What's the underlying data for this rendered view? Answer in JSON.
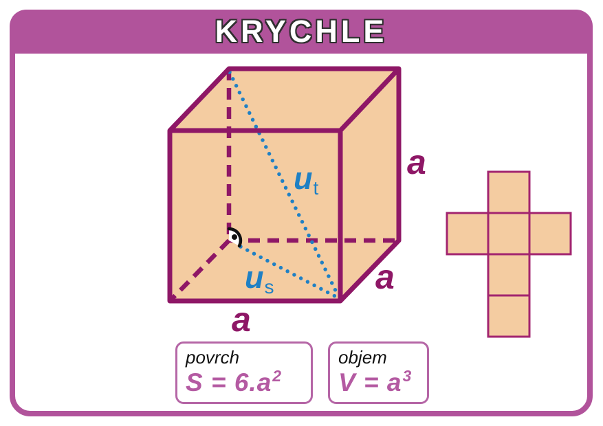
{
  "title": "KRYCHLE",
  "colors": {
    "banner": "#b1539b",
    "edge": "#8e1766",
    "face_fill": "#f4cca1",
    "diagonal_blue": "#1f80c4",
    "formula_pink": "#b45aa2",
    "net_border": "#a2246f",
    "box_border": "#b566a6",
    "title_outline": "#2f2f2f"
  },
  "cube": {
    "edge_label": "a",
    "space_diagonal": {
      "symbol": "u",
      "sub": "t"
    },
    "face_diagonal": {
      "symbol": "u",
      "sub": "s"
    }
  },
  "formulas": {
    "surface": {
      "label": "povrch",
      "expression": "S = 6.a",
      "exponent": "2"
    },
    "volume": {
      "label": "objem",
      "expression": "V = a",
      "exponent": "3"
    }
  }
}
